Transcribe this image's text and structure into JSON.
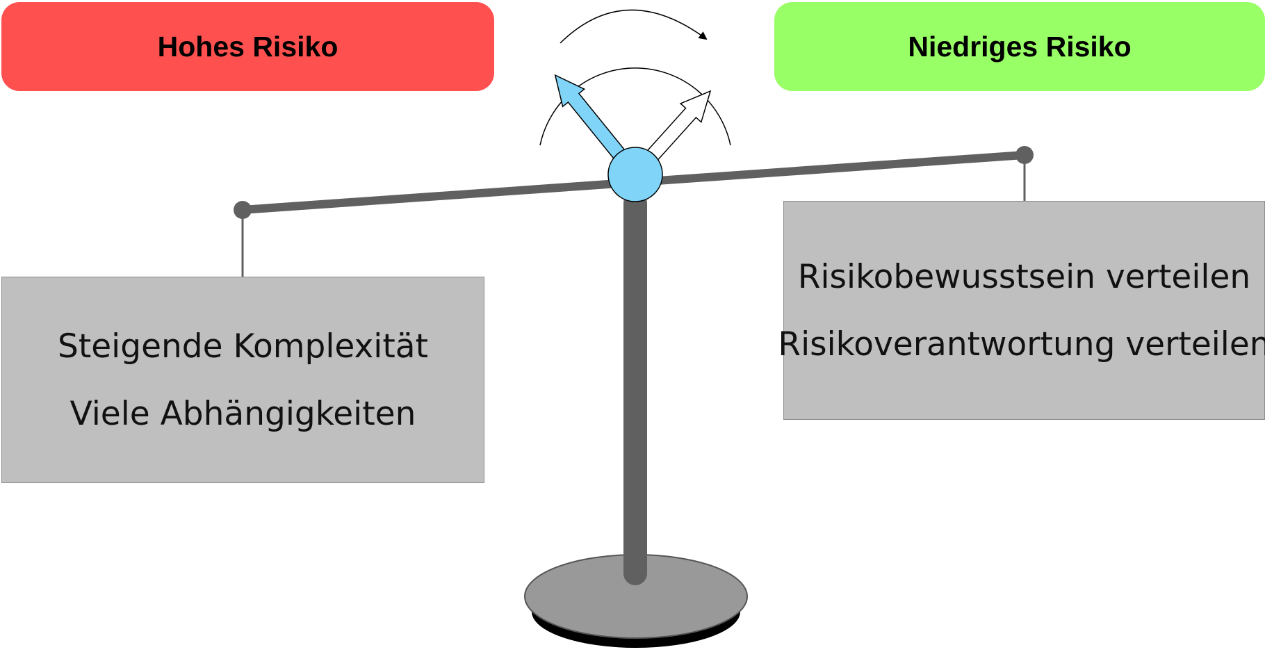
{
  "labels": {
    "high_risk": "Hohes Risiko",
    "low_risk": "Niedriges Risiko"
  },
  "left_box": {
    "lines": [
      "Steigende Komplexität",
      "Viele Abhängigkeiten"
    ]
  },
  "right_box": {
    "lines": [
      "Risikobewusstsein verteilen",
      "Risikoverantwortung verteilen"
    ]
  },
  "colors": {
    "high_risk": "#ff5050",
    "low_risk": "#99ff66",
    "box": "#bfbfbf",
    "beam": "#606060",
    "pivot": "#80d4f7",
    "base": "#999999"
  }
}
